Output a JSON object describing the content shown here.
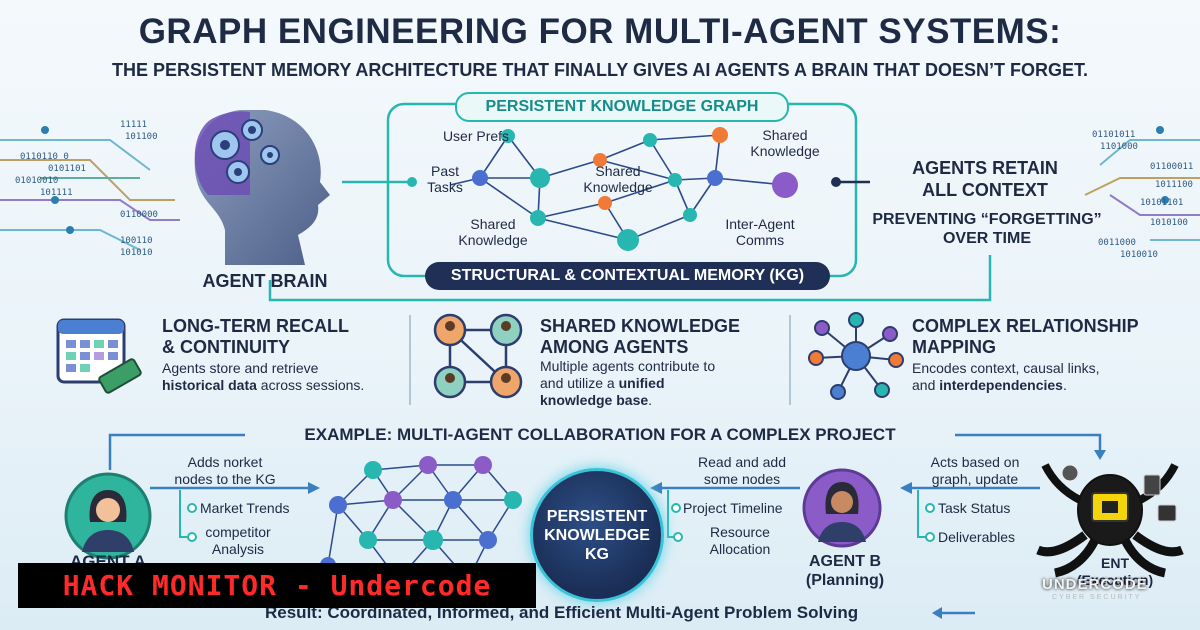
{
  "header": {
    "title": "GRAPH ENGINEERING FOR MULTI-AGENT SYSTEMS:",
    "subtitle": "THE PERSISTENT MEMORY ARCHITECTURE THAT FINALLY GIVES AI AGENTS A BRAIN THAT DOESN’T FORGET."
  },
  "brain": {
    "label": "AGENT BRAIN"
  },
  "binary_left": [
    "11111",
    "101100",
    "0110110 0",
    "0101101",
    "01010010",
    "101111",
    "0110000",
    "100110",
    "101010"
  ],
  "binary_right": [
    "01101011",
    "1101000",
    "01100011",
    "1011100",
    "10101101",
    "1010100",
    "0011000",
    "1010010"
  ],
  "knowledge_graph": {
    "title": "PERSISTENT KNOWLEDGE GRAPH",
    "subtitle": "STRUCTURAL & CONTEXTUAL MEMORY (KG)",
    "labels": {
      "user_prefs": "User Prefs",
      "shared_knowledge_top": "Shared\nKnowledge",
      "past_tasks": "Past\nTasks",
      "shared_knowledge_mid": "Shared\nKnowledge",
      "shared_knowledge_bottom": "Shared\nKnowledge",
      "inter_agent": "Inter-Agent\nComms"
    }
  },
  "retain": {
    "title": "AGENTS RETAIN\nALL CONTEXT",
    "subtitle": "PREVENTING “FORGETTING”\nOVER TIME"
  },
  "features": [
    {
      "icon": "calendar-memory-icon",
      "title": "LONG-TERM RECALL\n& CONTINUITY",
      "body_plain": "Agents store and retrieve",
      "body_bold": "historical data",
      "body_tail": " across sessions."
    },
    {
      "icon": "agents-network-icon",
      "title": "SHARED KNOWLEDGE\nAMONG AGENTS",
      "body_plain": "Multiple agents contribute to\nand utilize a ",
      "body_bold": "unified\nknowledge base",
      "body_tail": "."
    },
    {
      "icon": "relationship-graph-icon",
      "title": "COMPLEX RELATIONSHIP\nMAPPING",
      "body_plain": "Encodes context, causal links,\nand ",
      "body_bold": "interdependencies",
      "body_tail": "."
    }
  ],
  "example": {
    "title": "EXAMPLE: MULTI-AGENT COLLABORATION FOR A COMPLEX PROJECT",
    "agent_a": {
      "label": "AGENT A",
      "action": "Adds norket\nnodes to the KG",
      "items": [
        "Market Trends",
        "competitor\nAnalysis"
      ]
    },
    "center_label": "PERSISTENT\nKNOWLEDGE\nKG",
    "agent_b": {
      "label": "AGENT B\n(Planning)",
      "action": "Read and add\nsome nodes",
      "items": [
        "Project Timeline",
        "Resource\nAllocation"
      ]
    },
    "agent_c": {
      "label_partial": "ENT\n(Execution)",
      "action": "Acts based on\ngraph, update",
      "items": [
        "Task Status",
        "Deliverables"
      ]
    },
    "result": "Result: Coordinated, Informed, and Efficient Multi-Agent Problem Solving"
  },
  "overlay": {
    "banner": "HACK MONITOR - Undercode",
    "logo_text": "UNDERCODE",
    "logo_sub": "CYBER SECURITY"
  },
  "colors": {
    "teal": "#28b7b0",
    "navy": "#1f2f55",
    "purple": "#8b5cc8",
    "orange": "#f07a36",
    "banner_red": "#ff2a2a"
  }
}
